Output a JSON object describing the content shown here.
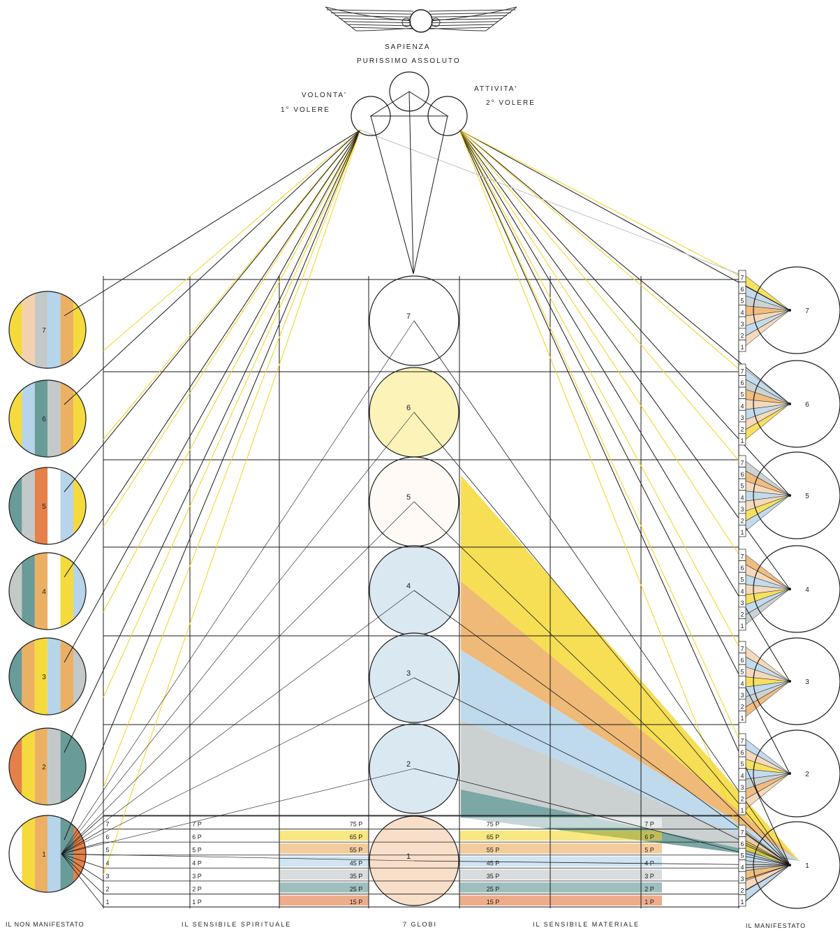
{
  "header": {
    "title": "SAPIENZA",
    "subtitle": "PURISSIMO ASSOLUTO",
    "left_line1": "VOLONTA'",
    "left_line2": "1° VOLERE",
    "right_line1": "ATTIVITA'",
    "right_line2": "2° VOLERE"
  },
  "footer": {
    "left": "IL NON MANIFESTATO",
    "spiritual": "IL SENSIBILE SPIRITUALE",
    "globes": "7 GLOBI",
    "material": "IL SENSIBILE MATERIALE",
    "right": "IL MANIFESTATO"
  },
  "levels": [
    "1",
    "2",
    "3",
    "4",
    "5",
    "6",
    "7"
  ],
  "globe_numbers": [
    "7",
    "6",
    "5",
    "4",
    "3",
    "2",
    "1"
  ],
  "p_labels": [
    "1 P",
    "2 P",
    "3 P",
    "4 P",
    "5 P",
    "6 P",
    "7 P"
  ],
  "p5_labels": [
    "15 P",
    "25 P",
    "35 P",
    "45 P",
    "55 P",
    "65 P",
    "75 P"
  ],
  "colors": {
    "yellow": "#f3d31c",
    "orange": "#e9a24a",
    "blue": "#a9cde6",
    "grey": "#b9c0c0",
    "teal": "#4f8a86",
    "peach": "#f2c9a0",
    "red_orange": "#e06a2a",
    "pale_yellow": "#fbf3b8",
    "pale_blue": "#d9e8f1",
    "pale_peach": "#f8dfca",
    "line": "#1a1a1a"
  }
}
